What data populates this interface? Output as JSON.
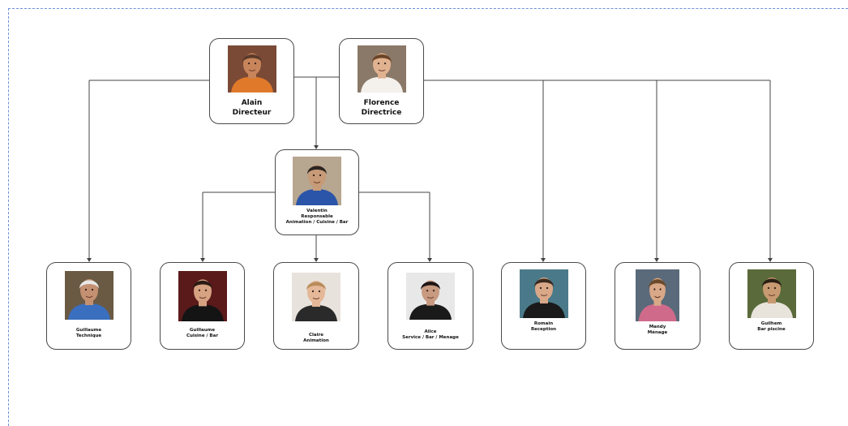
{
  "orgchart": {
    "directors": [
      {
        "name": "Alain",
        "role": "Directeur",
        "bg": "#7a4a36",
        "skin": "#c8845a",
        "shirt": "#e07a2a",
        "hair": "#5a3a2a"
      },
      {
        "name": "Florence",
        "role": "Directrice",
        "bg": "#8a7868",
        "skin": "#e0b290",
        "shirt": "#f4f0ec",
        "hair": "#6a4428"
      }
    ],
    "manager": {
      "name": "Valentin",
      "role": "Responsable",
      "role2": "Animation / Cuisine / Bar",
      "bg": "#b7a690",
      "skin": "#c79a78",
      "shirt": "#2a55a8",
      "hair": "#2a2420"
    },
    "staff": [
      {
        "name": "Guillaume",
        "role": "Technique",
        "bg": "#6a5a44",
        "skin": "#c49072",
        "shirt": "#3a6fc0",
        "hair": "#e8e8e8"
      },
      {
        "name": "Guillaume",
        "role": "Cuisine / Bar",
        "bg": "#5a1a1a",
        "skin": "#d6a282",
        "shirt": "#141414",
        "hair": "#2a1a14"
      },
      {
        "name": "Claire",
        "role": "Animation",
        "bg": "#e8e2dc",
        "skin": "#e4b898",
        "shirt": "#2a2a2a",
        "hair": "#b88c5a"
      },
      {
        "name": "Alice",
        "role": "Service / Bar / Menage",
        "bg": "#e8e8e8",
        "skin": "#c89a80",
        "shirt": "#1a1a1a",
        "hair": "#1e1616"
      },
      {
        "name": "Romain",
        "role": "Reception",
        "bg": "#4a7a8a",
        "skin": "#d8a888",
        "shirt": "#1a1a1a",
        "hair": "#3a2a20"
      },
      {
        "name": "Mandy",
        "role": "Ménage",
        "bg": "#5a6a7a",
        "skin": "#d8a888",
        "shirt": "#d06a8a",
        "hair": "#6a4a2a"
      },
      {
        "name": "Guilhem",
        "role": "Bar piscine",
        "bg": "#5a6a3a",
        "skin": "#c89a72",
        "shirt": "#e8e4dc",
        "hair": "#2a1e14"
      }
    ]
  }
}
